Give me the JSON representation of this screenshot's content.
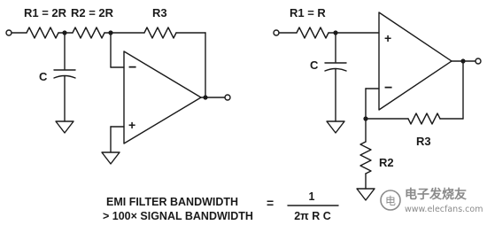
{
  "left_circuit": {
    "r1_label": "R1 = 2R",
    "r2_label": "R2 = 2R",
    "r3_label": "R3",
    "c_label": "C",
    "inverting_sign": "−",
    "noninverting_sign": "+"
  },
  "right_circuit": {
    "r1_label": "R1 = R",
    "c_label": "C",
    "r3_label": "R3",
    "r2_label": "R2",
    "noninverting_sign": "+",
    "inverting_sign": "−"
  },
  "equation": {
    "line1": "EMI FILTER BANDWIDTH",
    "line2": "> 100× SIGNAL BANDWIDTH",
    "equals": "=",
    "numerator": "1",
    "denominator": "2π R C"
  },
  "watermark": {
    "text_cn": "电子发烧友",
    "text_url": "www.elecfans.com",
    "logo_text": "电"
  }
}
